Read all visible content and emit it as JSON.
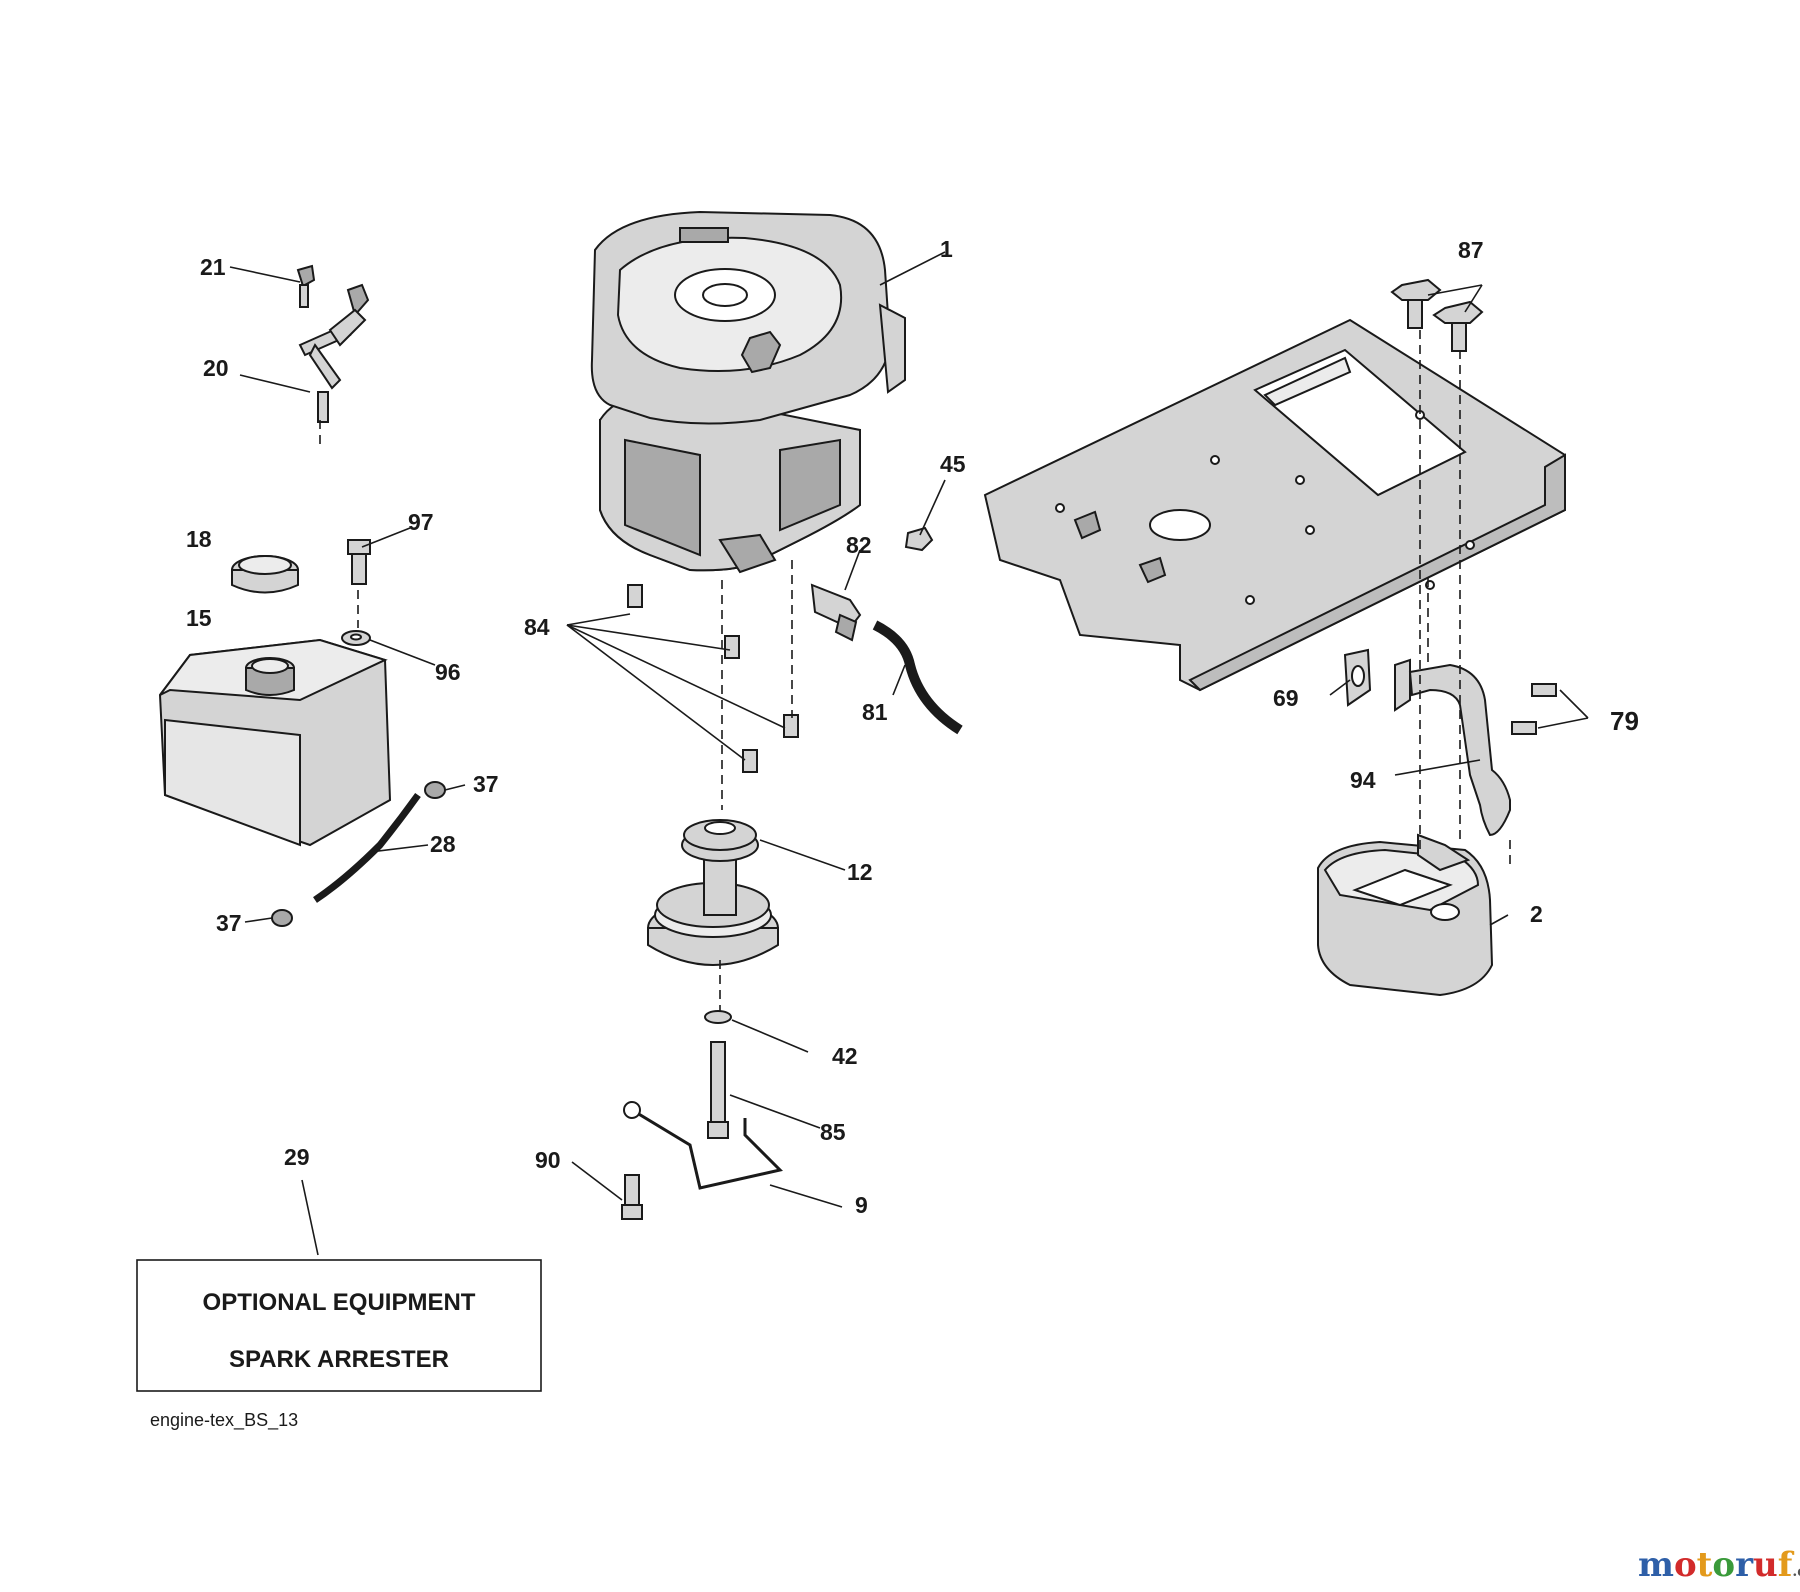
{
  "diagram": {
    "part_labels": [
      "1",
      "2",
      "9",
      "12",
      "15",
      "18",
      "20",
      "21",
      "28",
      "29",
      "37",
      "37",
      "42",
      "45",
      "69",
      "79",
      "81",
      "82",
      "84",
      "85",
      "87",
      "90",
      "94",
      "96",
      "97"
    ],
    "note": {
      "line1": "OPTIONAL EQUIPMENT",
      "line2": "SPARK ARRESTER"
    },
    "drawing_ref": "engine-tex_BS_13"
  },
  "watermark": {
    "text": "motoruf.de",
    "colors": [
      "#2e5fa8",
      "#d22b2b",
      "#e39a1c",
      "#3a9a3a"
    ]
  },
  "icons": {
    "engine": "engine-icon",
    "chassis": "frame-plate-icon",
    "pulley": "pulley-icon",
    "fuel_tank": "fuel-tank-icon",
    "muffler": "muffler-icon"
  }
}
